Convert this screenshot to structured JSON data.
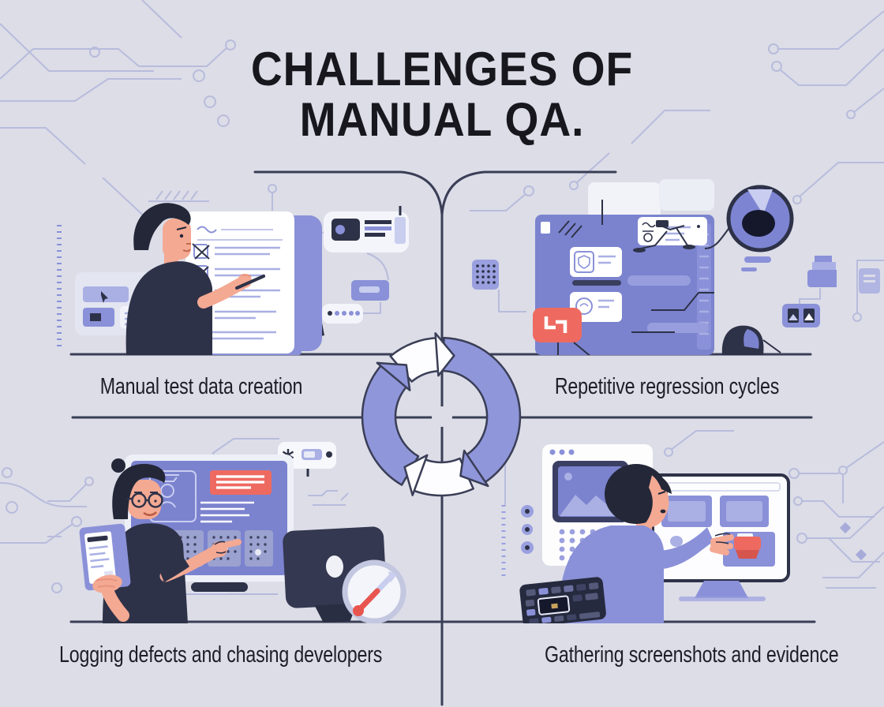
{
  "title": {
    "line1": "CHALLENGES OF",
    "line2": "MANUAL QA."
  },
  "quadrants": [
    {
      "label": "Manual test data creation",
      "icon": "person-writing-checklist"
    },
    {
      "label": "Repetitive regression cycles",
      "icon": "dashboard-with-dial"
    },
    {
      "label": "Logging defects and chasing developers",
      "icon": "tester-pointing-at-defect-screen"
    },
    {
      "label": "Gathering screenshots and evidence",
      "icon": "person-collecting-screenshots"
    }
  ],
  "center_icon": "cycle-arrows",
  "colors": {
    "background": "#dcdde7",
    "divider": "#3a3e56",
    "circuit": "#b8bcdc",
    "purple": "#8a91d8",
    "screen_purple": "#7b83cf",
    "light_purple": "#aab0e4",
    "coral": "#ee6a61",
    "navy": "#2e3248",
    "skin": "#f4a993",
    "white": "#ffffff"
  }
}
